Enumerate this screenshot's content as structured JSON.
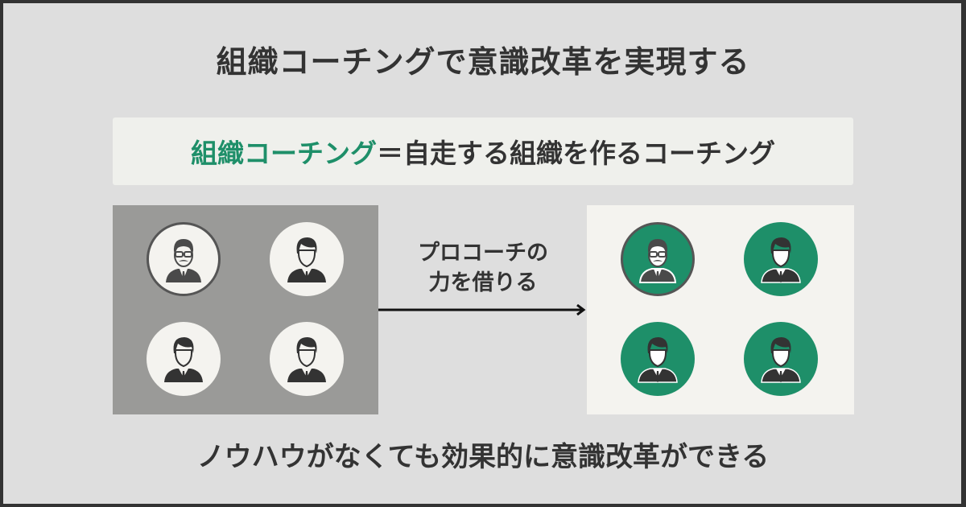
{
  "title": "組織コーチングで意識改革を実現する",
  "callout": {
    "highlight": "組織コーチング",
    "rest": "＝自走する組織を作るコーチング"
  },
  "middle": {
    "line1": "プロコーチの",
    "line2": "力を借りる"
  },
  "bottom_text": "ノウハウがなくても効果的に意識改革ができる",
  "colors": {
    "accent_green": "#1e8f69",
    "text": "#333333",
    "background": "#dedede",
    "left_panel": "#9a9a98",
    "right_panel": "#f4f3ef"
  },
  "left_group": {
    "avatars": [
      {
        "type": "coach",
        "style": "light-ring"
      },
      {
        "type": "member",
        "style": "light"
      },
      {
        "type": "member",
        "style": "light"
      },
      {
        "type": "member",
        "style": "light"
      }
    ]
  },
  "right_group": {
    "avatars": [
      {
        "type": "coach",
        "style": "green-ring"
      },
      {
        "type": "member",
        "style": "green"
      },
      {
        "type": "member",
        "style": "green"
      },
      {
        "type": "member",
        "style": "green"
      }
    ]
  }
}
